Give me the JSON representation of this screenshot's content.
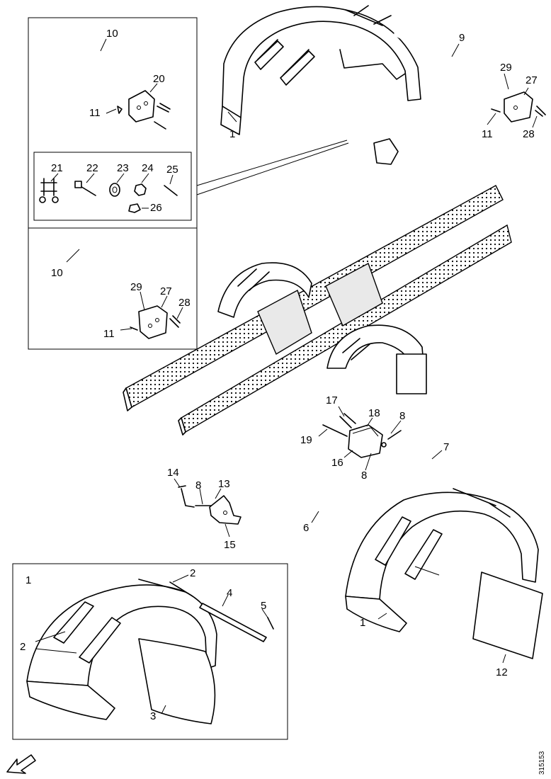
{
  "callouts": {
    "n1": "1",
    "n2": "2",
    "n3": "3",
    "n4": "4",
    "n5": "5",
    "n6": "6",
    "n7": "7",
    "n8": "8",
    "n9": "9",
    "n10": "10",
    "n11": "11",
    "n12": "12",
    "n13": "13",
    "n14": "14",
    "n15": "15",
    "n16": "16",
    "n17": "17",
    "n18": "18",
    "n19": "19",
    "n20": "20",
    "n21": "21",
    "n22": "22",
    "n23": "23",
    "n24": "24",
    "n25": "25",
    "n26": "26",
    "n27": "27",
    "n28": "28",
    "n29": "29"
  },
  "drawing_code": "315153",
  "icons": {
    "direction": "direction-arrow-icon"
  }
}
